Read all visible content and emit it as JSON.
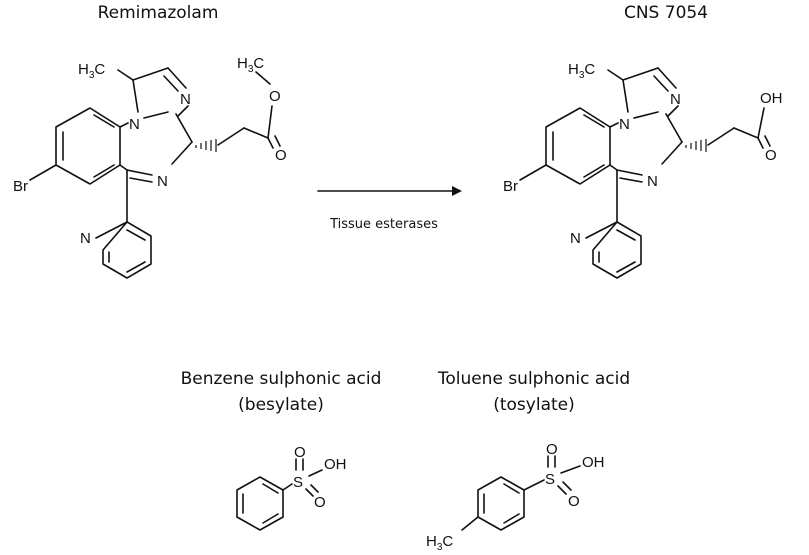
{
  "molecules": {
    "remimazolam": {
      "name": "Remimazolam",
      "atoms": {
        "methyl_c": "C",
        "methyl_h": "H",
        "methyl_sub": "3",
        "n_imid": "N",
        "n_ring": "N",
        "n_imine": "N",
        "n_pyridine": "N",
        "br": "Br",
        "o_ester": "O",
        "o_carbonyl": "O"
      }
    },
    "cns7054": {
      "name": "CNS 7054",
      "atoms": {
        "methyl_c": "C",
        "methyl_h": "H",
        "methyl_sub": "3",
        "n_imid": "N",
        "n_ring": "N",
        "n_imine": "N",
        "n_pyridine": "N",
        "br": "Br",
        "oh": "OH",
        "o_carbonyl": "O"
      }
    },
    "besylate": {
      "name_line1": "Benzene sulphonic acid",
      "name_line2": "(besylate)",
      "atoms": {
        "s": "S",
        "o_top": "O",
        "o_bottom": "O",
        "oh": "OH"
      }
    },
    "tosylate": {
      "name_line1": "Toluene sulphonic acid",
      "name_line2": "(tosylate)",
      "atoms": {
        "s": "S",
        "o_top": "O",
        "o_bottom": "O",
        "oh": "OH",
        "methyl_h": "H",
        "methyl_sub": "3",
        "methyl_c": "C"
      }
    }
  },
  "reaction": {
    "label": "Tissue esterases"
  }
}
